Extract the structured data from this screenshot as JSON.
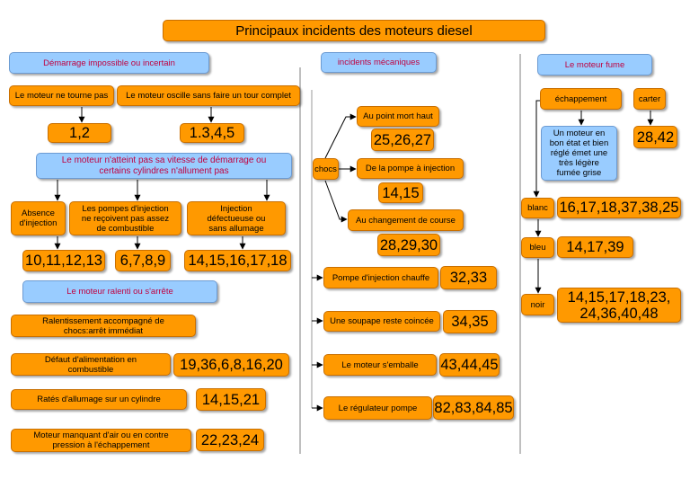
{
  "title": "Principaux incidents des moteurs diesel",
  "colors": {
    "box_fill": "#ff9900",
    "heading_fill": "#99ccff",
    "heading_text": "#c0003f"
  },
  "starting": {
    "heading": "Démarrage impossible ou incertain",
    "cases": [
      {
        "label": "Le moteur ne tourne pas",
        "refs": "1,2"
      },
      {
        "label": "Le moteur oscille sans  faire un tour complet",
        "refs": "1.3,4,5"
      }
    ]
  },
  "speed": {
    "heading": "Le moteur n'atteint pas sa vitesse de démarrage ou\ncertains cylindres n'allument pas",
    "cases": [
      {
        "label": "Absence\nd'injection",
        "refs": "10,11,12,13"
      },
      {
        "label": "Les pompes d'injection\nne reçoivent pas assez\nde combustible",
        "refs": "6,7,8,9"
      },
      {
        "label": "Injection\ndéfectueuse ou\nsans allumage",
        "refs": "14,15,16,17,18"
      }
    ]
  },
  "slowing": {
    "heading": "Le moteur ralenti ou s'arrête",
    "cases": [
      {
        "label": "Ralentissement accompagné de\nchocs:arrêt immédiat"
      },
      {
        "label": "Défaut d'alimentation en\ncombustible",
        "refs": "19,36,6,8,16,20"
      },
      {
        "label": "Ratés d'allumage sur un cylindre",
        "refs": "14,15,21"
      },
      {
        "label": "Moteur manquant d'air ou en contre\npression à l'échappement",
        "refs": "22,23,24"
      }
    ]
  },
  "mechanical": {
    "heading": "incidents mécaniques",
    "knocks": {
      "label": "chocs",
      "cases": [
        {
          "label": "Au point mort haut",
          "refs": "25,26,27"
        },
        {
          "label": "De la pompe à injection",
          "refs": "14,15"
        },
        {
          "label": "Au changement de course",
          "refs": "28,29,30"
        }
      ]
    },
    "cases": [
      {
        "label": "Pompe d'injection chauffe",
        "refs": "32,33"
      },
      {
        "label": "Une soupape reste coincée",
        "refs": "34,35"
      },
      {
        "label": "Le moteur s'emballe",
        "refs": "43,44,45"
      },
      {
        "label": "Le régulateur pompe",
        "refs": "82,83,84,85"
      }
    ]
  },
  "smoke": {
    "heading": "Le moteur fume",
    "exhaust": {
      "label": "échappement",
      "note": "Un moteur en\nbon état et bien\nréglé émet une\ntrès légère\nfumée grise",
      "colors": [
        {
          "label": "blanc",
          "refs": "16,17,18,37,38,25"
        },
        {
          "label": "bleu",
          "refs": "14,17,39"
        },
        {
          "label": "noir",
          "refs": "14,15,17,18,23,\n24,36,40,48"
        }
      ]
    },
    "crankcase": {
      "label": "carter",
      "refs": "28,42"
    }
  }
}
